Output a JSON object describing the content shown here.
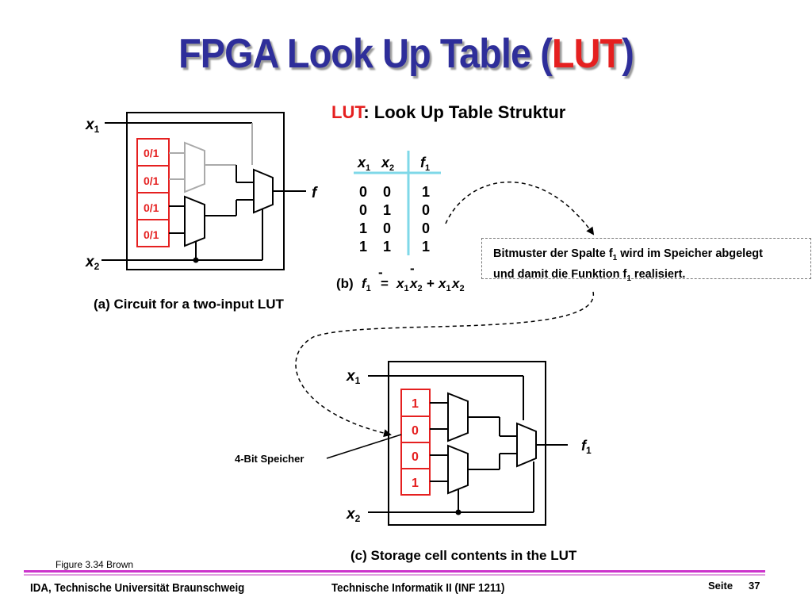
{
  "title": {
    "main": "FPGA Look Up Table (",
    "accent": "LUT",
    "close": ")"
  },
  "lut_heading": {
    "accent": "LUT",
    "rest": ": Look Up Table Struktur"
  },
  "circuit_a": {
    "input1": "x",
    "input1_sub": "1",
    "input2": "x",
    "input2_sub": "2",
    "output": "f",
    "cells": [
      "0/1",
      "0/1",
      "0/1",
      "0/1"
    ],
    "caption": "(a) Circuit for a two-input LUT"
  },
  "truth_table": {
    "headers": [
      {
        "var": "x",
        "sub": "1"
      },
      {
        "var": "x",
        "sub": "2"
      },
      {
        "var": "f",
        "sub": "1"
      }
    ],
    "rows": [
      [
        "0",
        "0",
        "1"
      ],
      [
        "0",
        "1",
        "0"
      ],
      [
        "1",
        "0",
        "0"
      ],
      [
        "1",
        "1",
        "1"
      ]
    ]
  },
  "formula": {
    "prefix": "(b)",
    "f": "f",
    "f_sub": "1",
    "eq": "=",
    "t1a": "x",
    "t1a_sub": "1",
    "t1b": "x",
    "t1b_sub": "2",
    "plus": "+",
    "t2a": "x",
    "t2a_sub": "1",
    "t2b": "x",
    "t2b_sub": "2",
    "bar": "-"
  },
  "callout": {
    "line1_a": "Bitmuster der Spalte f",
    "line1_sub": "1",
    "line1_b": " wird im Speicher abgelegt",
    "line2_a": "und damit die Funktion f",
    "line2_sub": "1",
    "line2_b": " realisiert."
  },
  "circuit_c": {
    "input1": "x",
    "input1_sub": "1",
    "input2": "x",
    "input2_sub": "2",
    "output": "f",
    "output_sub": "1",
    "cells": [
      "1",
      "0",
      "0",
      "1"
    ],
    "memory_label": "4-Bit Speicher",
    "caption": "(c) Storage cell contents in the LUT"
  },
  "figure_note": "Figure 3.34 Brown",
  "footer": {
    "left": "IDA, Technische Universität Braunschweig",
    "middle": "Technische Informatik II (INF 1211)",
    "page_label": "Seite",
    "page": "37"
  },
  "colors": {
    "title": "#2e2e9a",
    "accent": "#e52020",
    "footer_line": "#cc33cc",
    "table_lines": "#7fd8e8"
  }
}
